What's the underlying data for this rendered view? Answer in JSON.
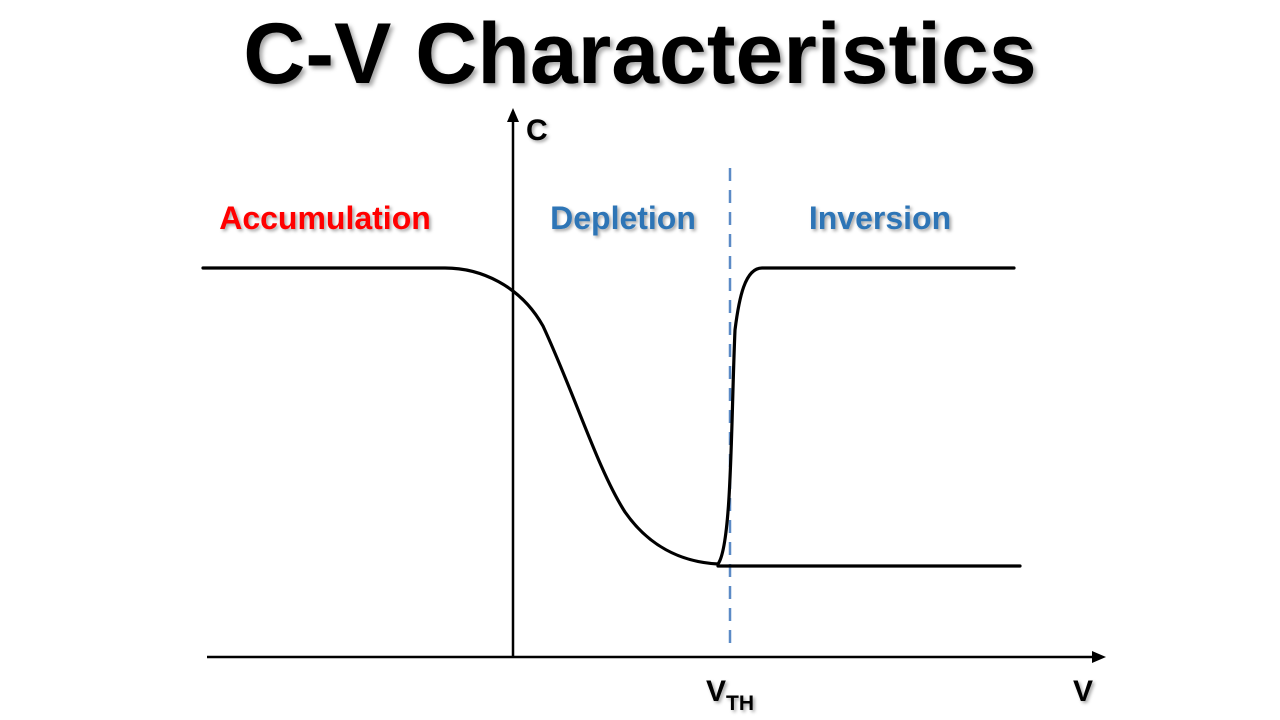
{
  "title": "C-V Characteristics",
  "axes": {
    "y_label": "C",
    "x_label": "V"
  },
  "threshold": {
    "main": "V",
    "sub": "TH"
  },
  "regions": [
    {
      "label": "Accumulation",
      "color": "#ff0000"
    },
    {
      "label": "Depletion",
      "color": "#2e75b6"
    },
    {
      "label": "Inversion",
      "color": "#2e75b6"
    }
  ],
  "colors": {
    "curve": "#000000",
    "axis": "#000000",
    "threshold_line": "#5b8ac6"
  }
}
